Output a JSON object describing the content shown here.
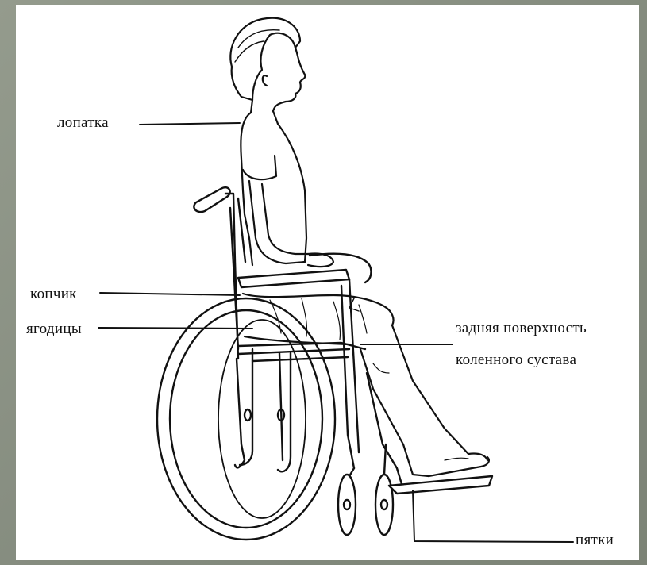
{
  "labels": {
    "scapula": "лопатка",
    "coccyx": "копчик",
    "buttocks": "ягодицы",
    "knee_back_line1": "задняя поверхность",
    "knee_back_line2": "коленного сустава",
    "heels": "пятки"
  },
  "colors": {
    "frame": "#8b9285",
    "panel": "#ffffff",
    "ink": "#111111"
  }
}
